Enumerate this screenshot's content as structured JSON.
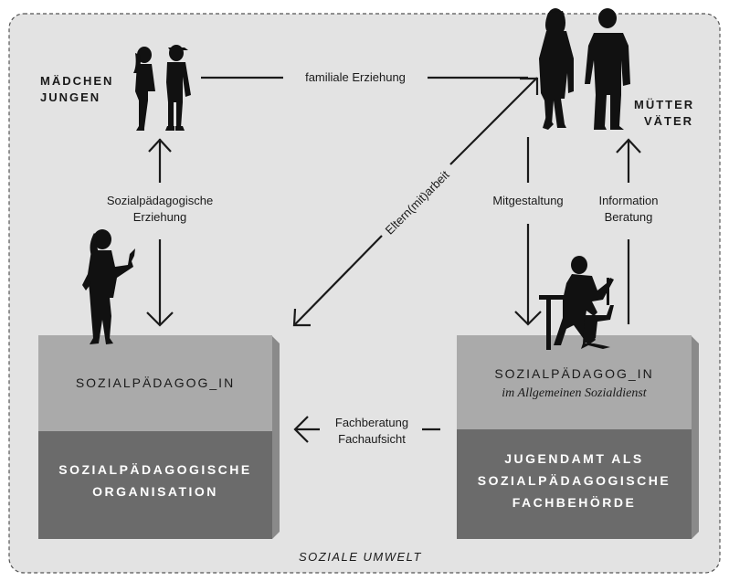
{
  "diagram": {
    "groups": {
      "children": [
        "MÄDCHEN",
        "JUNGEN"
      ],
      "parents": [
        "MÜTTER",
        "VÄTER"
      ]
    },
    "edges": {
      "family": "familiale Erziehung",
      "social_ed": [
        "Sozialpädagogische",
        "Erziehung"
      ],
      "parent_work": "Eltern(mit)arbeit",
      "codesign": "Mitgestaltung",
      "info": [
        "Information",
        "Beratung"
      ],
      "supervision": [
        "Fachberatung",
        "Fachaufsicht"
      ]
    },
    "left_box": {
      "title": "SOZIALPÄDAGOG_IN",
      "org": [
        "SOZIALPÄDAGOGISCHE",
        "ORGANISATION"
      ]
    },
    "right_box": {
      "title": "SOZIALPÄDAGOG_IN",
      "subtitle": "im Allgemeinen Sozialdienst",
      "org": [
        "JUGENDAMT ALS",
        "SOZIALPÄDAGOGISCHE",
        "FACHBEHÖRDE"
      ]
    },
    "environment": "SOZIALE UMWELT"
  },
  "colors": {
    "background": "#e3e3e3",
    "box_light": "#a9a9a9",
    "box_dark": "#6b6b6b",
    "ink": "#1a1a1a"
  },
  "icons": [
    "girl-silhouette-icon",
    "boy-silhouette-icon",
    "mother-silhouette-icon",
    "father-silhouette-icon",
    "social-worker-standing-icon",
    "social-worker-desk-icon"
  ]
}
